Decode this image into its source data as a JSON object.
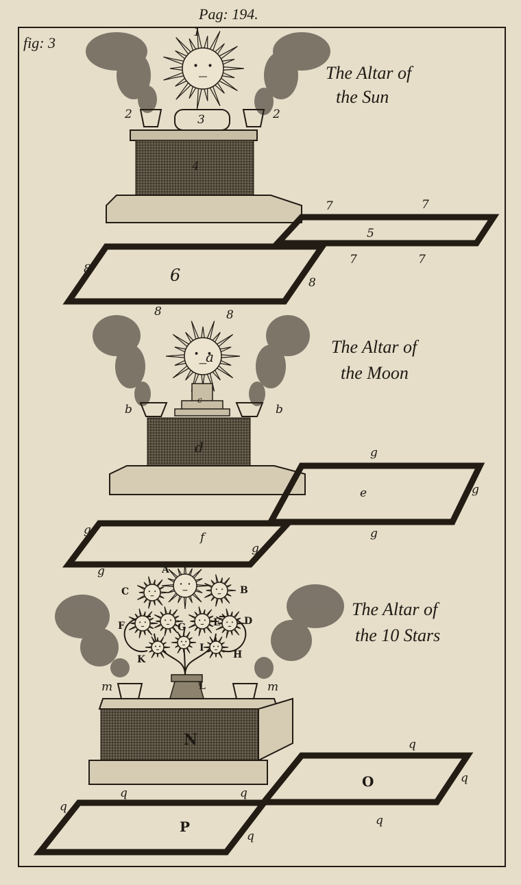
{
  "page_header": "Pag: 194.",
  "figure_label": "fig: 3",
  "sun_altar": {
    "title_line1": "The Altar of",
    "title_line2": "the Sun",
    "labels": {
      "n1": "1",
      "n2a": "2",
      "n2b": "2",
      "n3": "3",
      "n4": "4",
      "n5": "5",
      "n6": "6",
      "n7a": "7",
      "n7b": "7",
      "n7c": "7",
      "n7d": "7",
      "n8a": "8",
      "n8b": "8",
      "n8c": "8",
      "n8d": "8"
    }
  },
  "moon_altar": {
    "title_line1": "The Altar of",
    "title_line2": "the Moon",
    "labels": {
      "a": "a",
      "b1": "b",
      "b2": "b",
      "c": "c",
      "d": "d",
      "e": "e",
      "f": "f",
      "g1": "g",
      "g2": "g",
      "g3": "g",
      "g4": "g",
      "g5": "g",
      "g6": "g"
    }
  },
  "stars_altar": {
    "title_line1": "The Altar of",
    "title_line2": "the 10 Stars",
    "labels": {
      "A": "A",
      "B": "B",
      "C": "C",
      "D": "D",
      "E": "E",
      "F": "F",
      "G": "G",
      "H": "H",
      "I": "I",
      "K": "K",
      "L": "L",
      "m1": "m",
      "m2": "m",
      "N": "N",
      "O": "O",
      "P": "P",
      "q1": "q",
      "q2": "q",
      "q3": "q",
      "q4": "q",
      "q5": "q",
      "q6": "q",
      "q7": "q"
    }
  },
  "colors": {
    "paper": "#e6dec9",
    "ink": "#221c14",
    "smoke": "#5a5248"
  }
}
